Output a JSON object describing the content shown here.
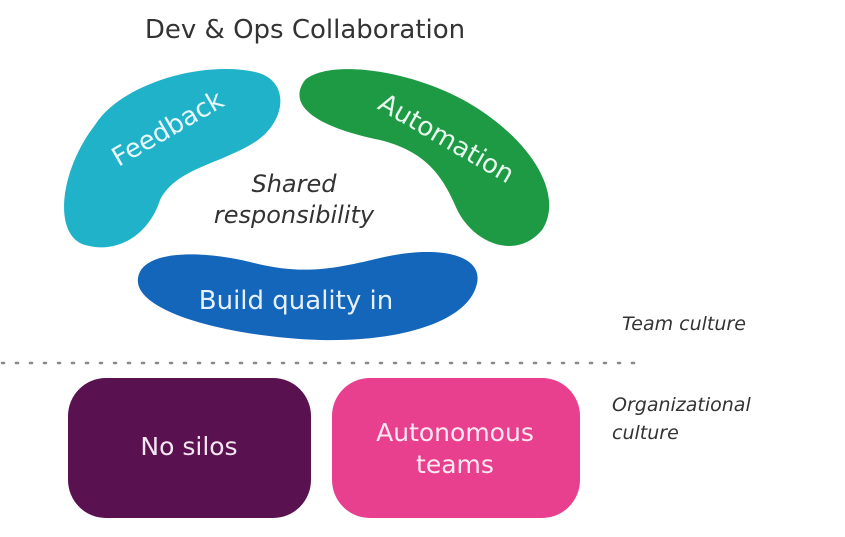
{
  "title": "Dev & Ops Collaboration",
  "team_culture": {
    "label": "Team culture",
    "center": {
      "line1": "Shared",
      "line2": "responsibility"
    },
    "blobs": [
      {
        "label": "Feedback",
        "color": "#1fb2c9"
      },
      {
        "label": "Automation",
        "color": "#1e9a45"
      },
      {
        "label": "Build quality in",
        "color": "#1466bb"
      }
    ]
  },
  "organizational_culture": {
    "label_line1": "Organizational",
    "label_line2": "culture",
    "boxes": [
      {
        "label": "No silos",
        "color": "#5a1150"
      },
      {
        "label_line1": "Autonomous",
        "label_line2": "teams",
        "color": "#e8408e"
      }
    ]
  }
}
